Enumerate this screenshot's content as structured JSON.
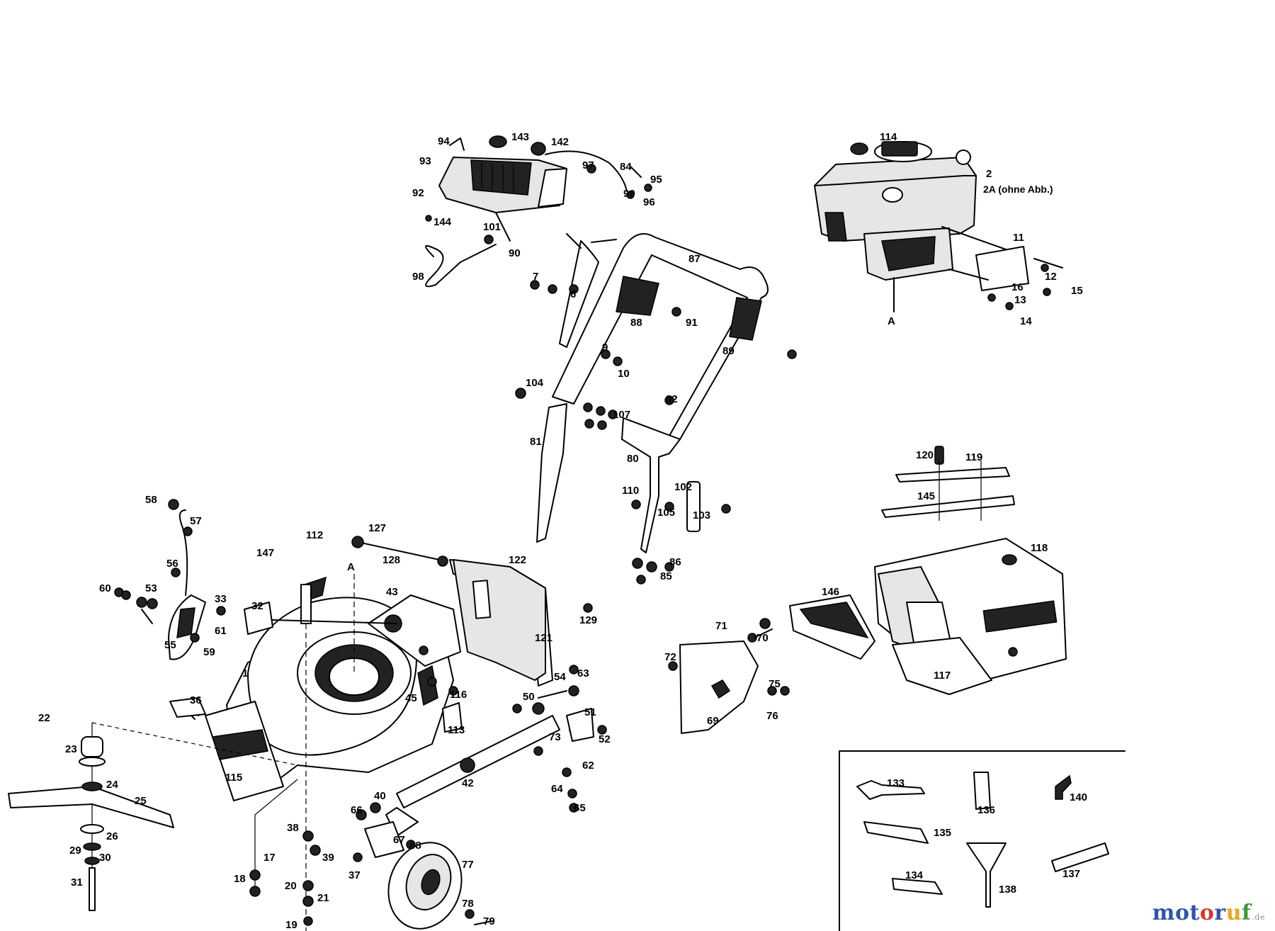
{
  "watermark": {
    "letters": [
      {
        "ch": "m",
        "color": "#2e55a8"
      },
      {
        "ch": "o",
        "color": "#2e55a8"
      },
      {
        "ch": "t",
        "color": "#2e55a8"
      },
      {
        "ch": "o",
        "color": "#d23a2e"
      },
      {
        "ch": "r",
        "color": "#2e55a8"
      },
      {
        "ch": "u",
        "color": "#e8a820"
      },
      {
        "ch": "f",
        "color": "#3f9a3a"
      }
    ],
    "tld": ".de"
  },
  "engine_note": "2A (ohne Abb.)",
  "assembly_marker": "A",
  "part_numbers": [
    "1",
    "2",
    "6",
    "7",
    "9",
    "10",
    "11",
    "12",
    "13",
    "14",
    "15",
    "16",
    "17",
    "18",
    "19",
    "20",
    "21",
    "22",
    "23",
    "24",
    "25",
    "26",
    "29",
    "30",
    "31",
    "32",
    "33",
    "36",
    "37",
    "38",
    "39",
    "40",
    "42",
    "43",
    "45",
    "50",
    "51",
    "52",
    "53",
    "54",
    "55",
    "56",
    "57",
    "58",
    "59",
    "60",
    "61",
    "62",
    "63",
    "64",
    "65",
    "66",
    "67",
    "68",
    "69",
    "70",
    "71",
    "72",
    "73",
    "75",
    "76",
    "77",
    "78",
    "79",
    "80",
    "81",
    "82",
    "84",
    "85",
    "86",
    "87",
    "88",
    "89",
    "90",
    "91",
    "92",
    "93",
    "94",
    "95",
    "96",
    "97",
    "98",
    "99",
    "101",
    "102",
    "103",
    "104",
    "105",
    "107",
    "110",
    "112",
    "113",
    "114",
    "115",
    "116",
    "117",
    "118",
    "119",
    "120",
    "121",
    "122",
    "127",
    "128",
    "129",
    "133",
    "134",
    "135",
    "136",
    "137",
    "138",
    "140",
    "142",
    "143",
    "144",
    "145",
    "146",
    "147"
  ]
}
